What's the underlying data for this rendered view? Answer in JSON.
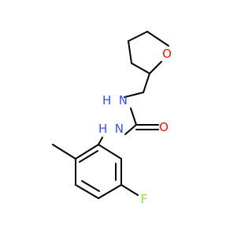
{
  "atoms": {
    "ring_oxygen": {
      "label": "O",
      "color": "#ff0d0d"
    },
    "amine_top": {
      "label": "H  N",
      "color": "#3050f8"
    },
    "amine_bottom": {
      "label": "H  N",
      "color": "#3050f8"
    },
    "carbonyl_oxygen": {
      "label": "O",
      "color": "#ff0d0d"
    },
    "fluorine": {
      "label": "F",
      "color": "#90e050"
    }
  },
  "colors": {
    "bond": "#000000",
    "background": "#ffffff"
  }
}
